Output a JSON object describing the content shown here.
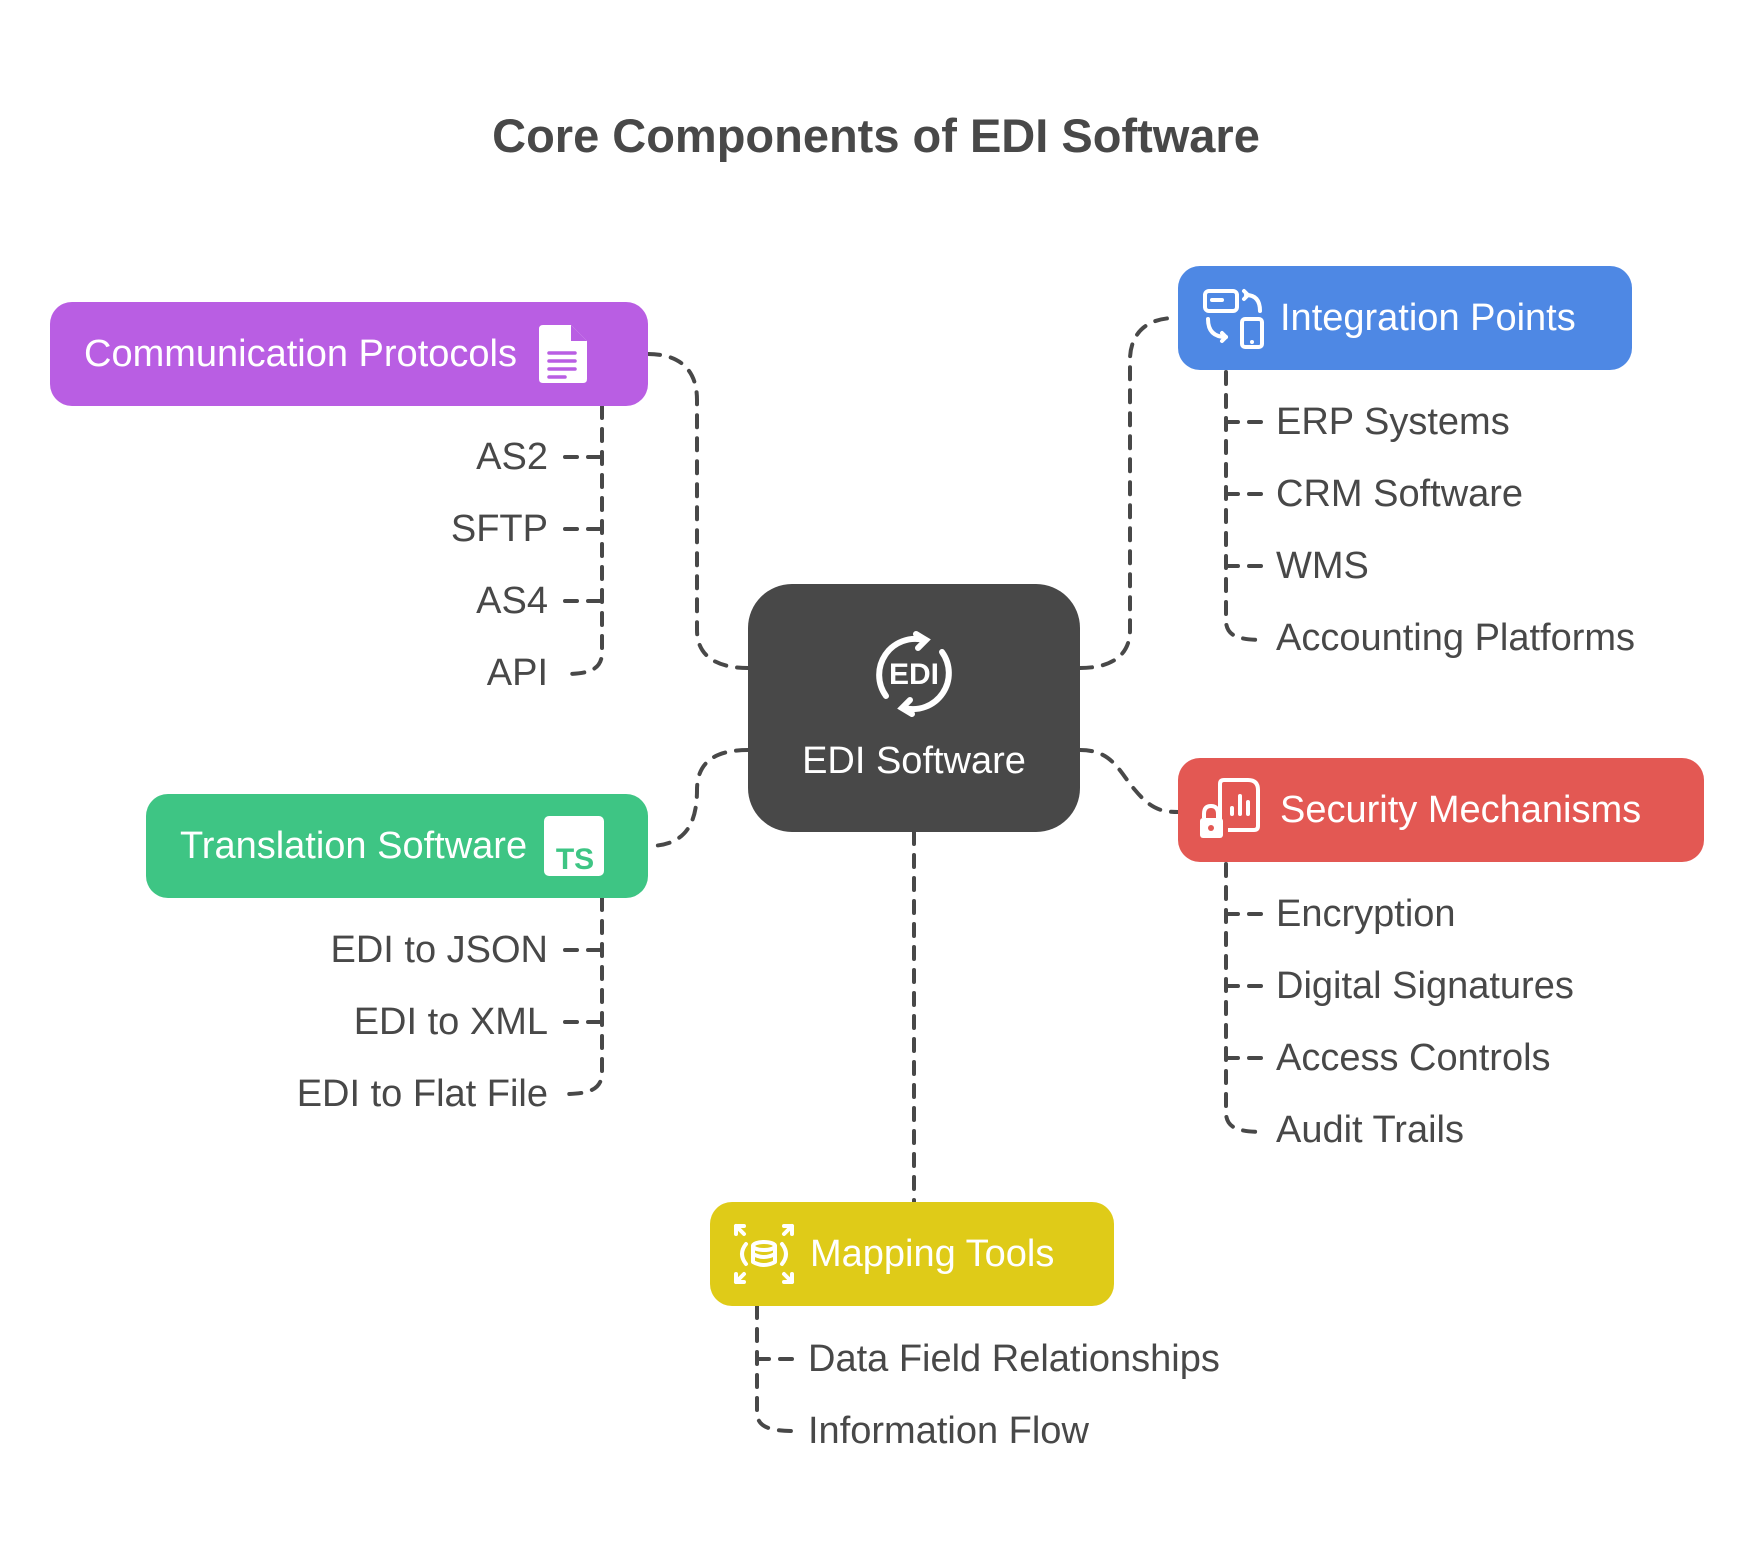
{
  "title": "Core Components of EDI Software",
  "center": {
    "label": "EDI Software",
    "icon": "edi-cycle-icon",
    "color": "#484848"
  },
  "branches": {
    "communication": {
      "label": "Communication Protocols",
      "icon": "document-icon",
      "color": "#b95ee3",
      "items": [
        "AS2",
        "SFTP",
        "AS4",
        "API"
      ]
    },
    "integration": {
      "label": "Integration Points",
      "icon": "device-sync-icon",
      "color": "#4e88e4",
      "items": [
        "ERP Systems",
        "CRM Software",
        "WMS",
        "Accounting Platforms"
      ]
    },
    "translation": {
      "label": "Translation Software",
      "icon": "typescript-icon",
      "color": "#3ec584",
      "items": [
        "EDI to JSON",
        "EDI to XML",
        "EDI to Flat File"
      ]
    },
    "security": {
      "label": "Security Mechanisms",
      "icon": "locked-report-icon",
      "color": "#e35853",
      "items": [
        "Encryption",
        "Digital Signatures",
        "Access Controls",
        "Audit Trails"
      ]
    },
    "mapping": {
      "label": "Mapping Tools",
      "icon": "database-expand-icon",
      "color": "#dfcb18",
      "items": [
        "Data Field Relationships",
        "Information Flow"
      ]
    }
  },
  "connector_color": "#484848",
  "icon_text": {
    "ts": "TS",
    "edi": "EDI"
  }
}
